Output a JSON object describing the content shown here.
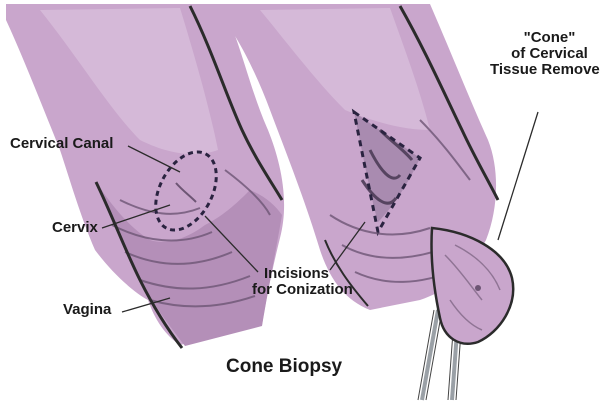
{
  "labels": {
    "cervical_canal": "Cervical Canal",
    "cervix": "Cervix",
    "vagina": "Vagina",
    "incisions_line1": "Incisions",
    "incisions_line2": "for Conization",
    "cone_line1": "\"Cone\"",
    "cone_line2": "of Cervical",
    "cone_line3": "Tissue Removed"
  },
  "caption": "Cone Biopsy",
  "colors": {
    "tissue": "#c9a6cc",
    "tissue_light": "#dcc3de",
    "tissue_shadow": "#8f7494",
    "outline": "#2b2b2b",
    "dashed_incision": "#2a2340"
  }
}
